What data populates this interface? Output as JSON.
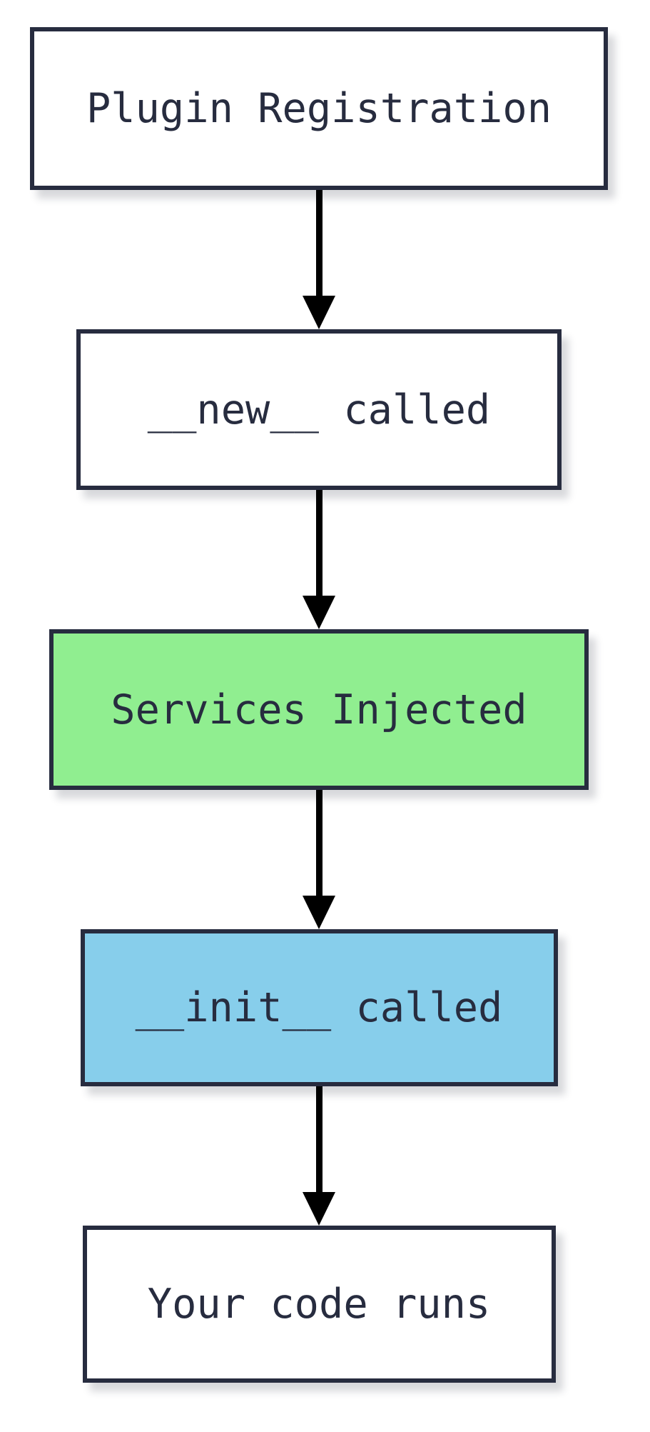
{
  "diagram": {
    "type": "flowchart",
    "direction": "top-down",
    "nodes": [
      {
        "label": "Plugin Registration",
        "fill": "#ffffff"
      },
      {
        "label": "__new__ called",
        "fill": "#ffffff"
      },
      {
        "label": "Services Injected",
        "fill": "#90ee90"
      },
      {
        "label": "__init__ called",
        "fill": "#87ceeb"
      },
      {
        "label": "Your code runs",
        "fill": "#ffffff"
      }
    ],
    "edges": [
      {
        "from": "Plugin Registration",
        "to": "__new__ called"
      },
      {
        "from": "__new__ called",
        "to": "Services Injected"
      },
      {
        "from": "Services Injected",
        "to": "__init__ called"
      },
      {
        "from": "__init__ called",
        "to": "Your code runs"
      }
    ],
    "colors": {
      "border": "#272c3f",
      "text": "#272c3f",
      "arrow": "#000000",
      "background": "#ffffff",
      "green_fill": "#90ee90",
      "blue_fill": "#87ceeb"
    }
  }
}
